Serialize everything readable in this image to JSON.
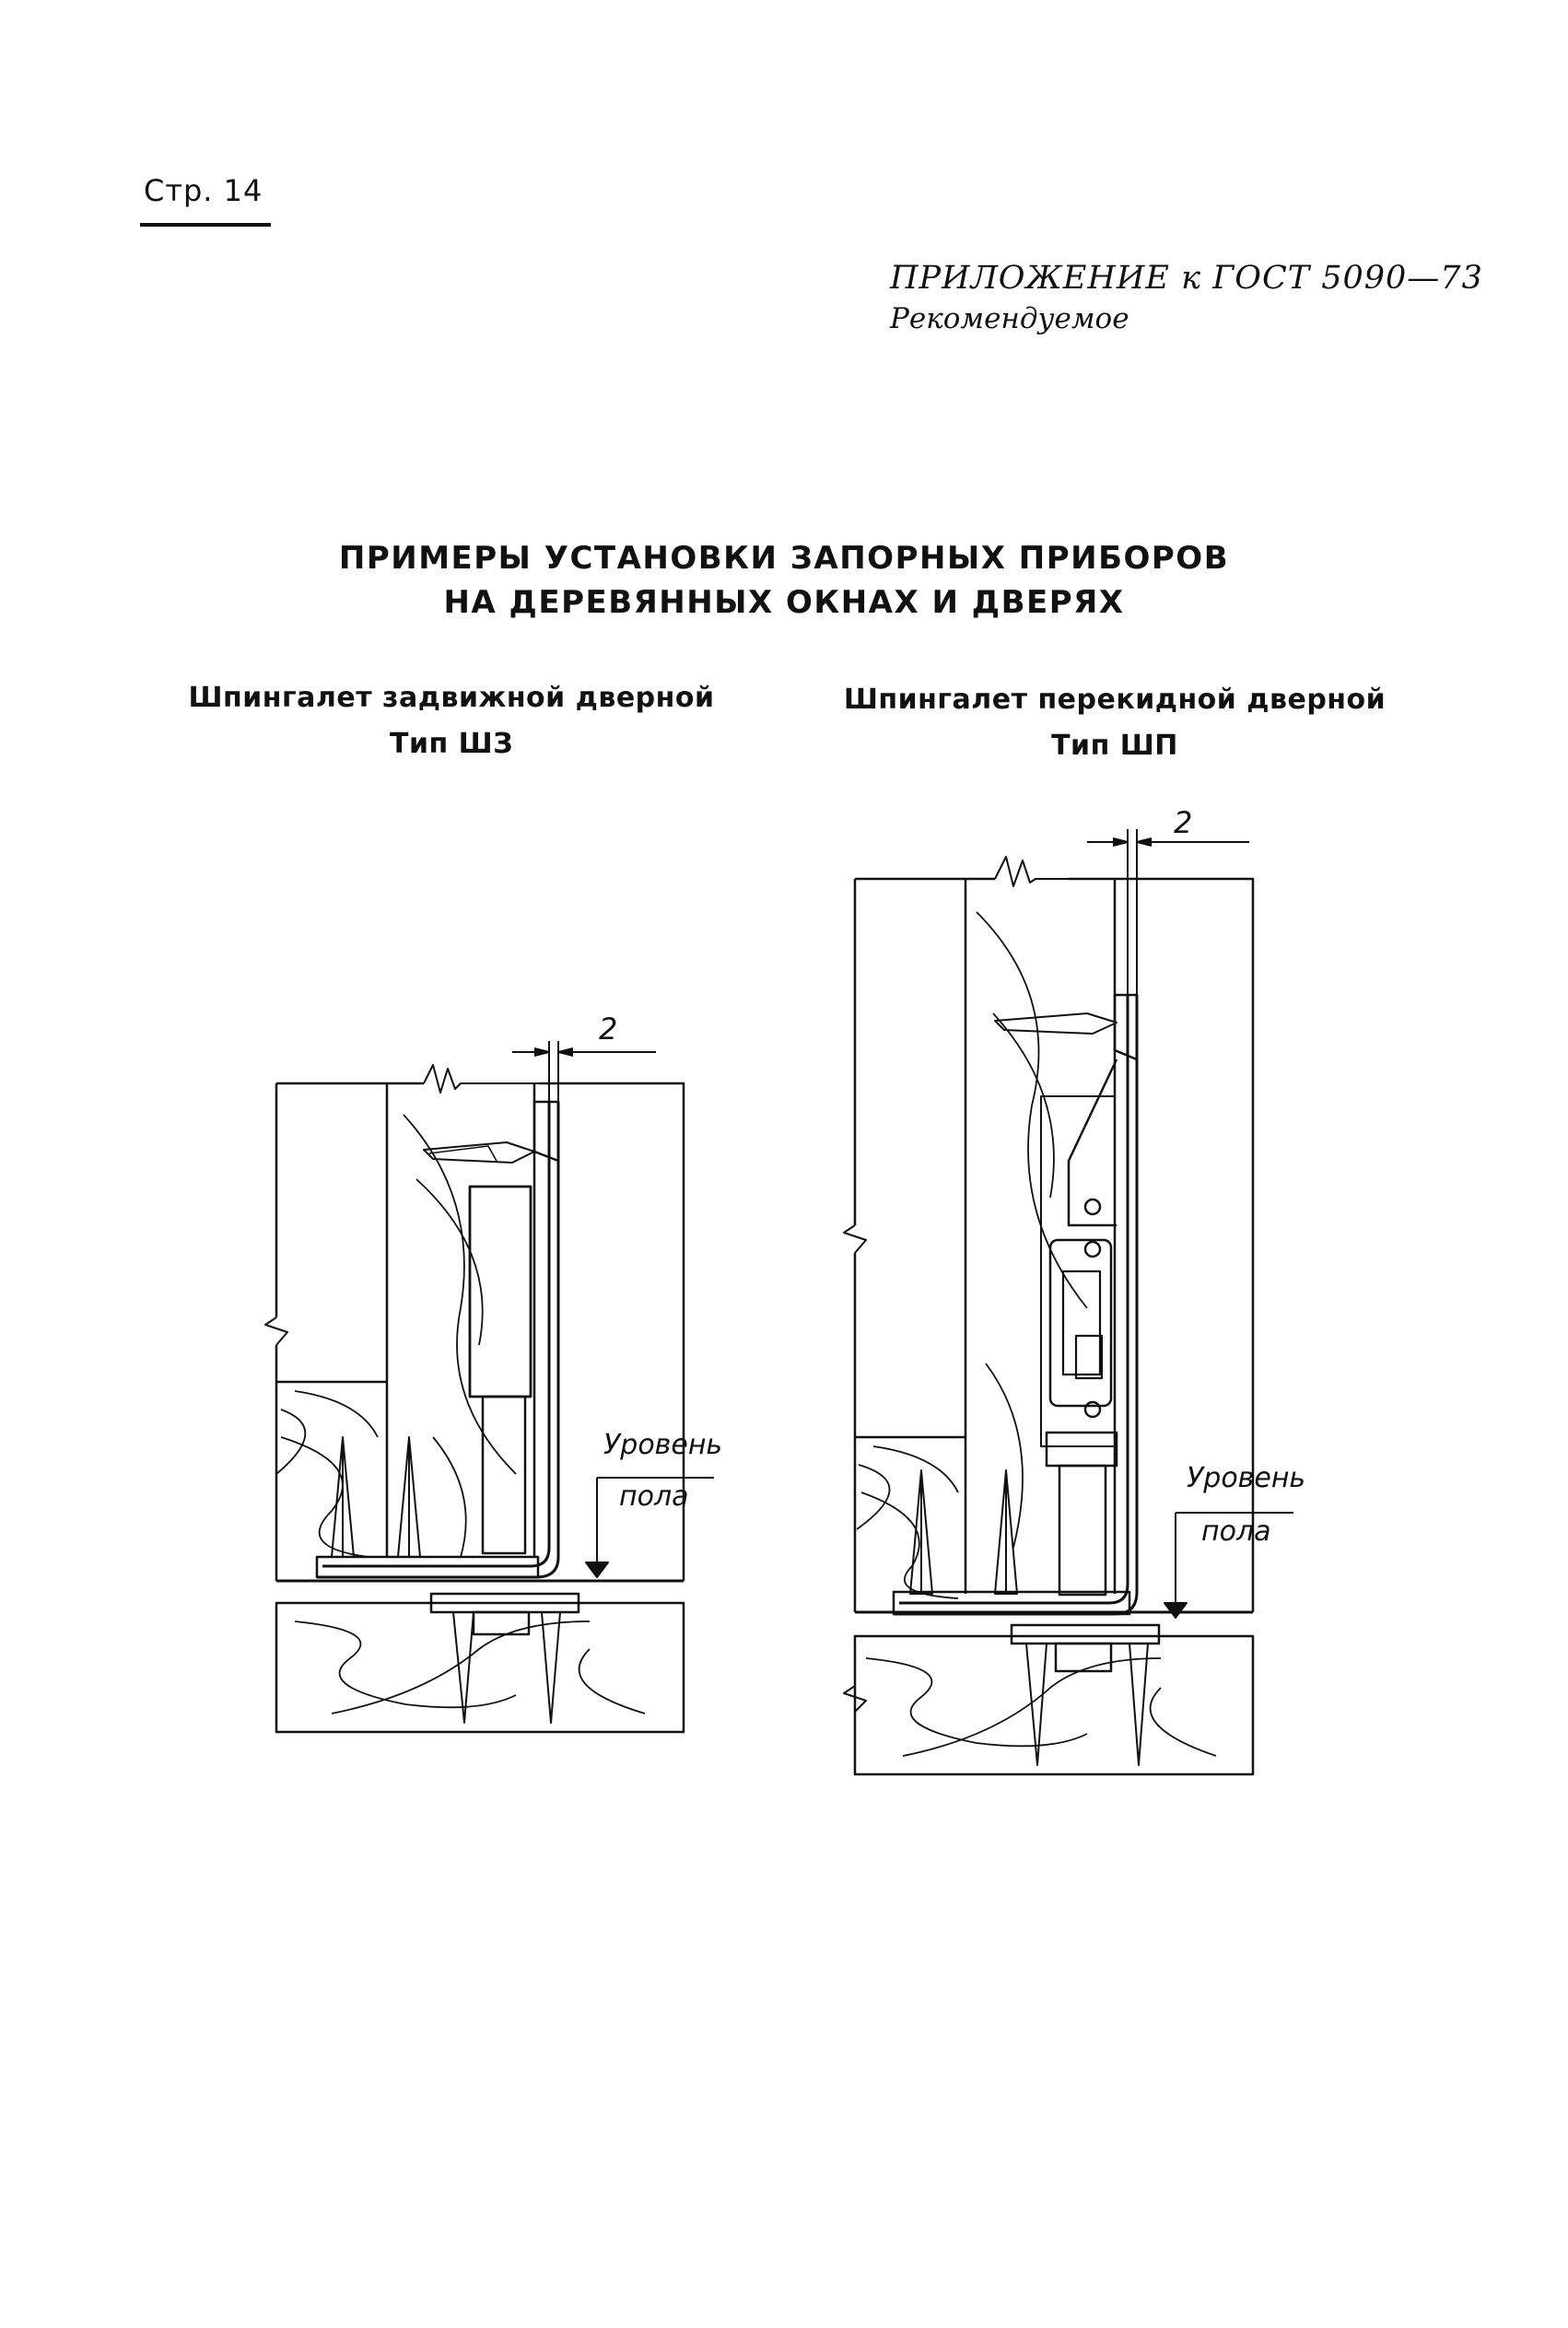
{
  "header": {
    "page_label": "Стр. 14",
    "appendix_title": "ПРИЛОЖЕНИЕ к ГОСТ 5090—73",
    "appendix_status": "Рекомендуемое"
  },
  "title": {
    "line1": "ПРИМЕРЫ УСТАНОВКИ ЗАПОРНЫХ ПРИБОРОВ",
    "line2": "НА ДЕРЕВЯННЫХ ОКНАХ И ДВЕРЯХ"
  },
  "figures": [
    {
      "caption_line1": "Шпингалет задвижной дверной",
      "caption_line2": "Тип ШЗ",
      "dimension_label": "2",
      "level_label_line1": "Уровень",
      "level_label_line2": "пола"
    },
    {
      "caption_line1": "Шпингалет перекидной дверной",
      "caption_line2": "Тип ШП",
      "dimension_label": "2",
      "level_label_line1": "Уровень",
      "level_label_line2": "пола"
    }
  ]
}
